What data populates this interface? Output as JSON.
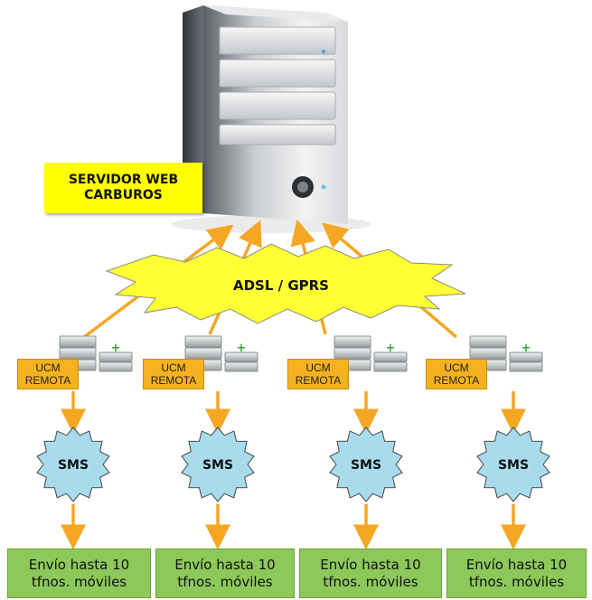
{
  "server": {
    "label_line1": "SERVIDOR WEB",
    "label_line2": "CARBUROS",
    "icon": "server-tower-icon"
  },
  "network": {
    "label": "ADSL / GPRS"
  },
  "remotes": [
    {
      "label_line1": "UCM",
      "label_line2": "REMOTA"
    },
    {
      "label_line1": "UCM",
      "label_line2": "REMOTA"
    },
    {
      "label_line1": "UCM",
      "label_line2": "REMOTA"
    },
    {
      "label_line1": "UCM",
      "label_line2": "REMOTA"
    }
  ],
  "sms": [
    {
      "label": "SMS"
    },
    {
      "label": "SMS"
    },
    {
      "label": "SMS"
    },
    {
      "label": "SMS"
    }
  ],
  "outputs": [
    {
      "line1": "Envío hasta 10",
      "line2": "tfnos. móviles"
    },
    {
      "line1": "Envío hasta 10",
      "line2": "tfnos. móviles"
    },
    {
      "line1": "Envío hasta 10",
      "line2": "tfnos. móviles"
    },
    {
      "line1": "Envío hasta 10",
      "line2": "tfnos. móviles"
    }
  ],
  "colors": {
    "arrow": "#f5a623",
    "cloud": "#ffff33",
    "sms": "#a8dcec",
    "box": "#8dc85a",
    "ucm": "#f5b21e"
  }
}
